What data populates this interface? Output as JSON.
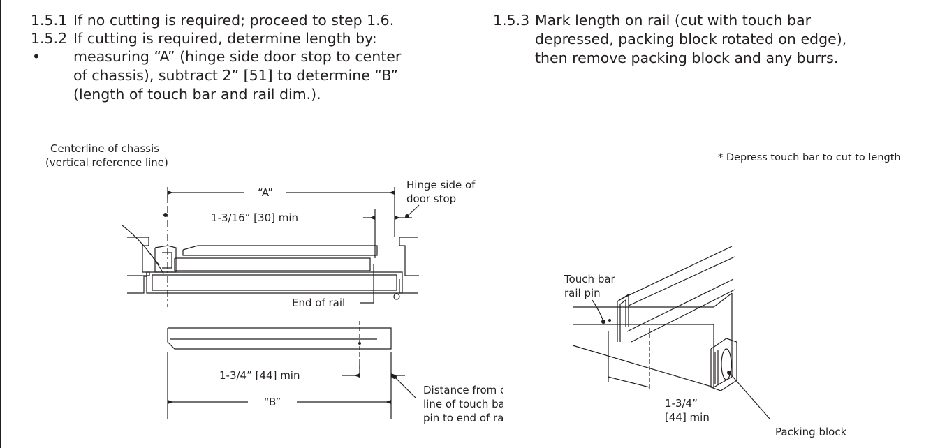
{
  "steps": {
    "s151": {
      "num": "1.5.1",
      "text": "If no cutting is required; proceed to step 1.6."
    },
    "s152": {
      "num": "1.5.2",
      "text": "If cutting is required, determine length by:"
    },
    "bullet": {
      "mark": "•",
      "lines": [
        "measuring “A” (hinge side door stop to center",
        "of chassis), subtract 2” [51] to determine “B”",
        "(length of touch bar and rail dim.)."
      ]
    },
    "s153": {
      "num": "1.5.3",
      "lines": [
        "Mark length on rail (cut with touch bar",
        "depressed, packing block rotated on edge),",
        "then remove packing block and any burrs."
      ]
    }
  },
  "figure_left": {
    "centerline_label": [
      "Centerline of chassis",
      "(vertical reference line)"
    ],
    "dim_a": "“A”",
    "hinge_label": [
      "Hinge side of",
      "door stop"
    ],
    "min_30": "1-3/16” [30] min",
    "end_of_rail": "End of rail",
    "min_44": "1-3/4” [44] min",
    "dim_b": "“B”",
    "distance_note": [
      "Distance from center",
      "line of touch bar rail",
      "pin to end of rail."
    ]
  },
  "figure_right": {
    "note": "* Depress touch bar to cut to length",
    "pin_label": [
      "Touch bar",
      "rail pin"
    ],
    "min_44": [
      "1-3/4”",
      "[44] min"
    ],
    "packing_block": "Packing block"
  }
}
